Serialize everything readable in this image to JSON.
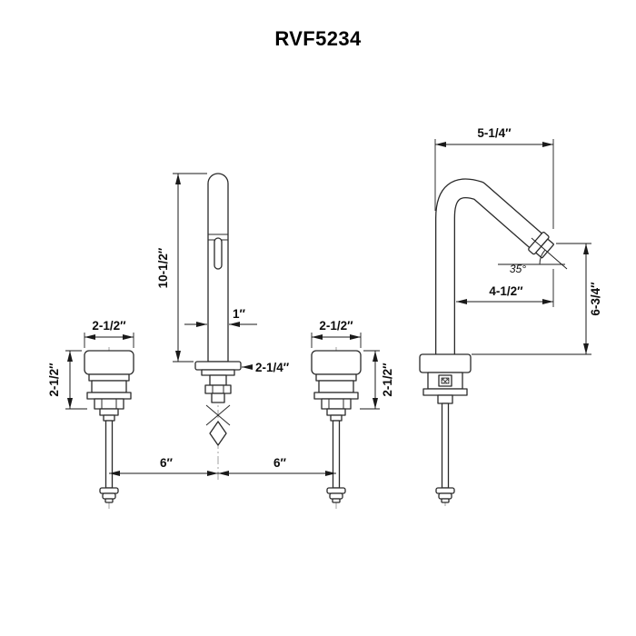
{
  "title": "RVF5234",
  "colors": {
    "line": "#2a2a2a",
    "text": "#0d0d0d"
  },
  "front_view": {
    "height": "10-1/2″",
    "spout_width": "1″",
    "base_width": "2-1/4″"
  },
  "left_handle": {
    "width": "2-1/2″",
    "height": "2-1/2″"
  },
  "right_handle": {
    "width": "2-1/2″",
    "height": "2-1/2″"
  },
  "side_view": {
    "spread": "5-1/4″",
    "angle": "35°",
    "spout_reach": "4-1/2″",
    "height": "6-3/4″"
  },
  "spacing": {
    "left": "6″",
    "right": "6″"
  }
}
